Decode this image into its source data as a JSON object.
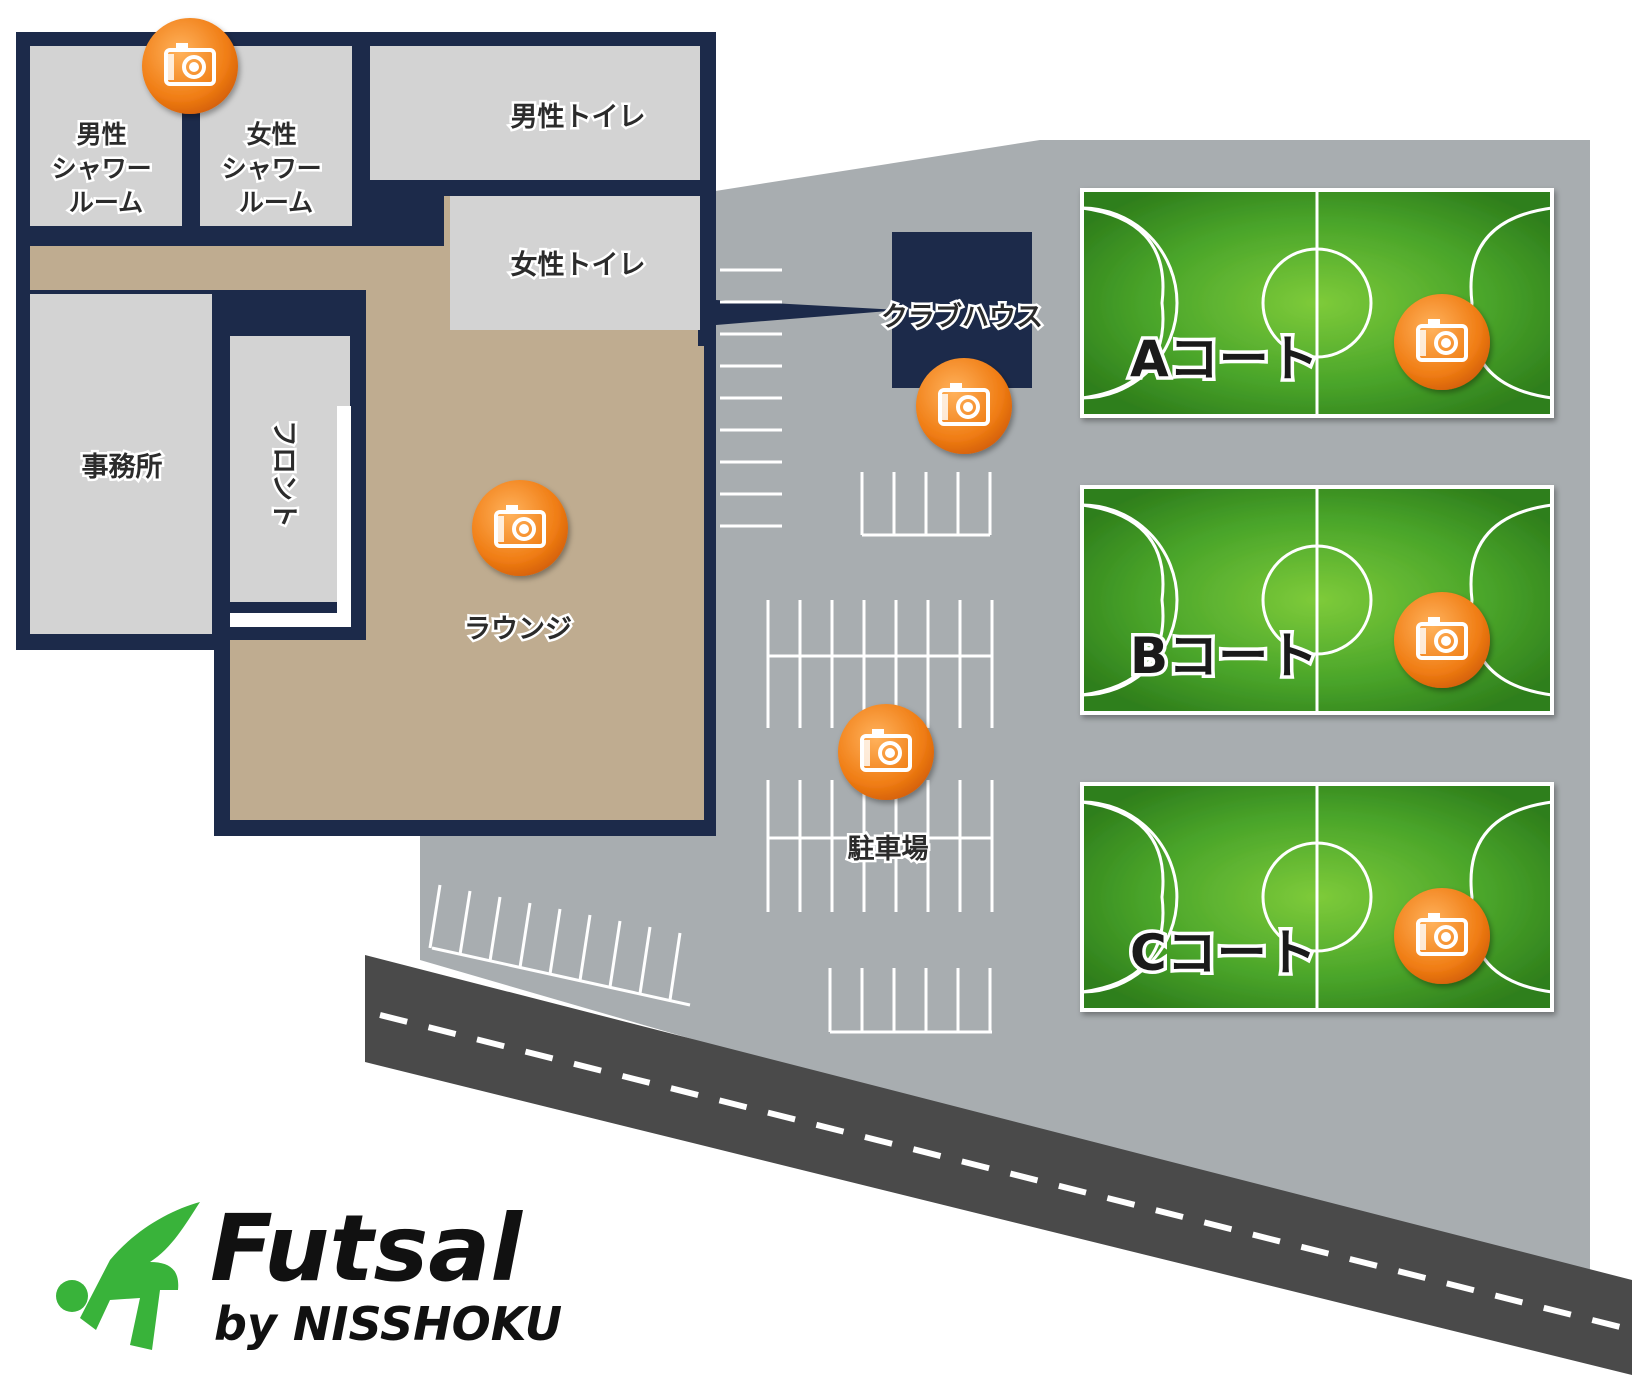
{
  "colors": {
    "wall": "#1c2a4a",
    "room_fill": "#d3d3d3",
    "lounge_fill": "#bfac90",
    "lot_fill": "#a8adb0",
    "road_fill": "#4a4a4a",
    "court_green": "#3f9b20",
    "camera_orange": "#f07d14",
    "logo_green": "#39b33a"
  },
  "rooms": {
    "male_shower": [
      "男性",
      "シャワー",
      "ルーム"
    ],
    "female_shower": [
      "女性",
      "シャワー",
      "ルーム"
    ],
    "male_toilet": "男性トイレ",
    "female_toilet": "女性トイレ",
    "office": "事務所",
    "front": "フロント",
    "lounge": "ラウンジ"
  },
  "outdoor": {
    "clubhouse": "クラブハウス",
    "parking": "駐車場"
  },
  "courts": [
    {
      "name": "Aコート"
    },
    {
      "name": "Bコート"
    },
    {
      "name": "Cコート"
    }
  ],
  "cameras": [
    {
      "location": "shower"
    },
    {
      "location": "lounge"
    },
    {
      "location": "clubhouse"
    },
    {
      "location": "parking"
    },
    {
      "location": "court-a"
    },
    {
      "location": "court-b"
    },
    {
      "location": "court-c"
    }
  ],
  "logo": {
    "title": "Futsal",
    "subtitle": "by NISSHOKU"
  }
}
